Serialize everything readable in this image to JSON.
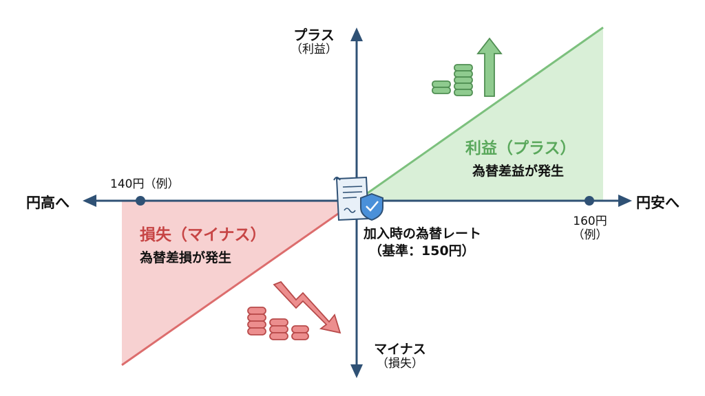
{
  "colors": {
    "axis": "#2f5175",
    "gain_fill": "#d9efd7",
    "gain_line": "#7cc07d",
    "gain_text": "#5aa85c",
    "loss_fill": "#f7d1d1",
    "loss_line": "#dc6d6d",
    "loss_text": "#c74545"
  },
  "axes": {
    "y_top": "プラス",
    "y_top_sub": "（利益）",
    "y_bottom": "マイナス",
    "y_bottom_sub": "（損失）",
    "x_left": "円高へ",
    "x_right": "円安へ"
  },
  "ticks": {
    "left": "140円（例）",
    "right_value": "160円",
    "right_note": "（例）"
  },
  "origin": {
    "line1": "加入時の為替レート",
    "line2": "（基準：150円）",
    "icon": "insurance-document-shield-icon"
  },
  "gain": {
    "title": "利益（プラス）",
    "subtitle": "為替差益が発生",
    "icon": "coins-arrow-up-icon"
  },
  "loss": {
    "title": "損失（マイナス）",
    "subtitle": "為替差損が発生",
    "icon": "coins-arrow-down-icon"
  }
}
